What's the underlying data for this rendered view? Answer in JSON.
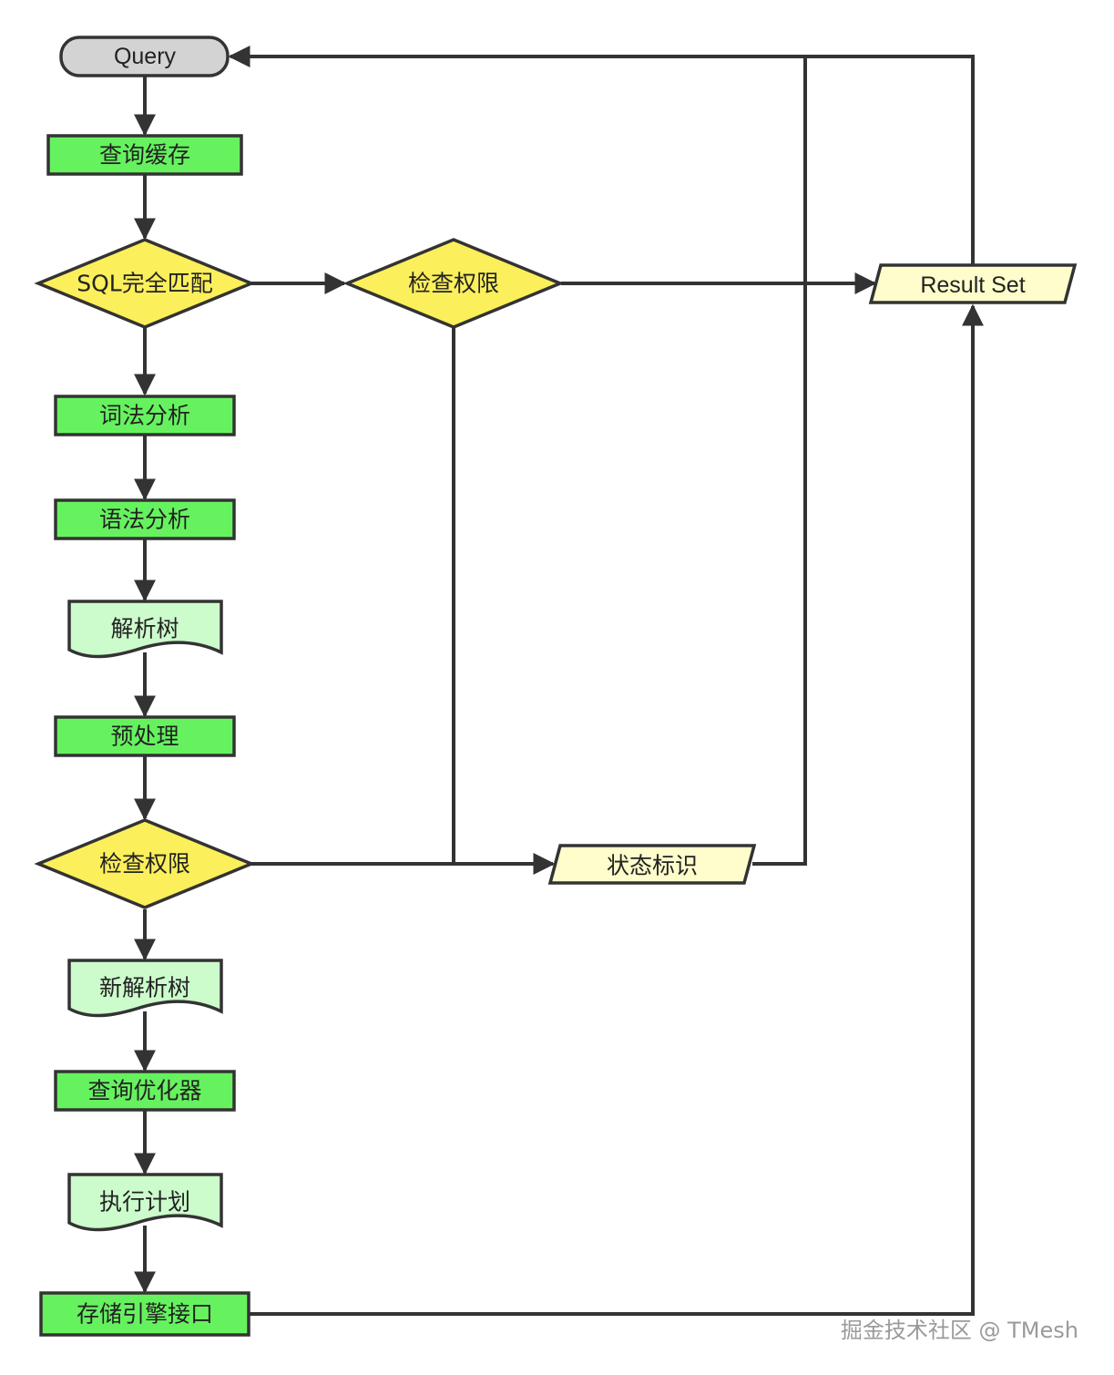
{
  "diagram": {
    "nodes": {
      "query": "Query",
      "query_cache": "查询缓存",
      "sql_match": "SQL完全匹配",
      "check_perm_top": "检查权限",
      "result_set": "Result Set",
      "lexical": "词法分析",
      "syntax": "语法分析",
      "parse_tree": "解析树",
      "preprocess": "预处理",
      "check_perm_bottom": "检查权限",
      "status_flag": "状态标识",
      "new_parse_tree": "新解析树",
      "optimizer": "查询优化器",
      "exec_plan": "执行计划",
      "storage_api": "存储引擎接口"
    },
    "watermark": "掘金技术社区 @ TMesh"
  },
  "colors": {
    "process": "#66f25f",
    "decision": "#fbef5b",
    "document": "#ccfbcc",
    "io": "#fefdcb",
    "terminal": "#d3d3d3",
    "line": "#333333"
  }
}
